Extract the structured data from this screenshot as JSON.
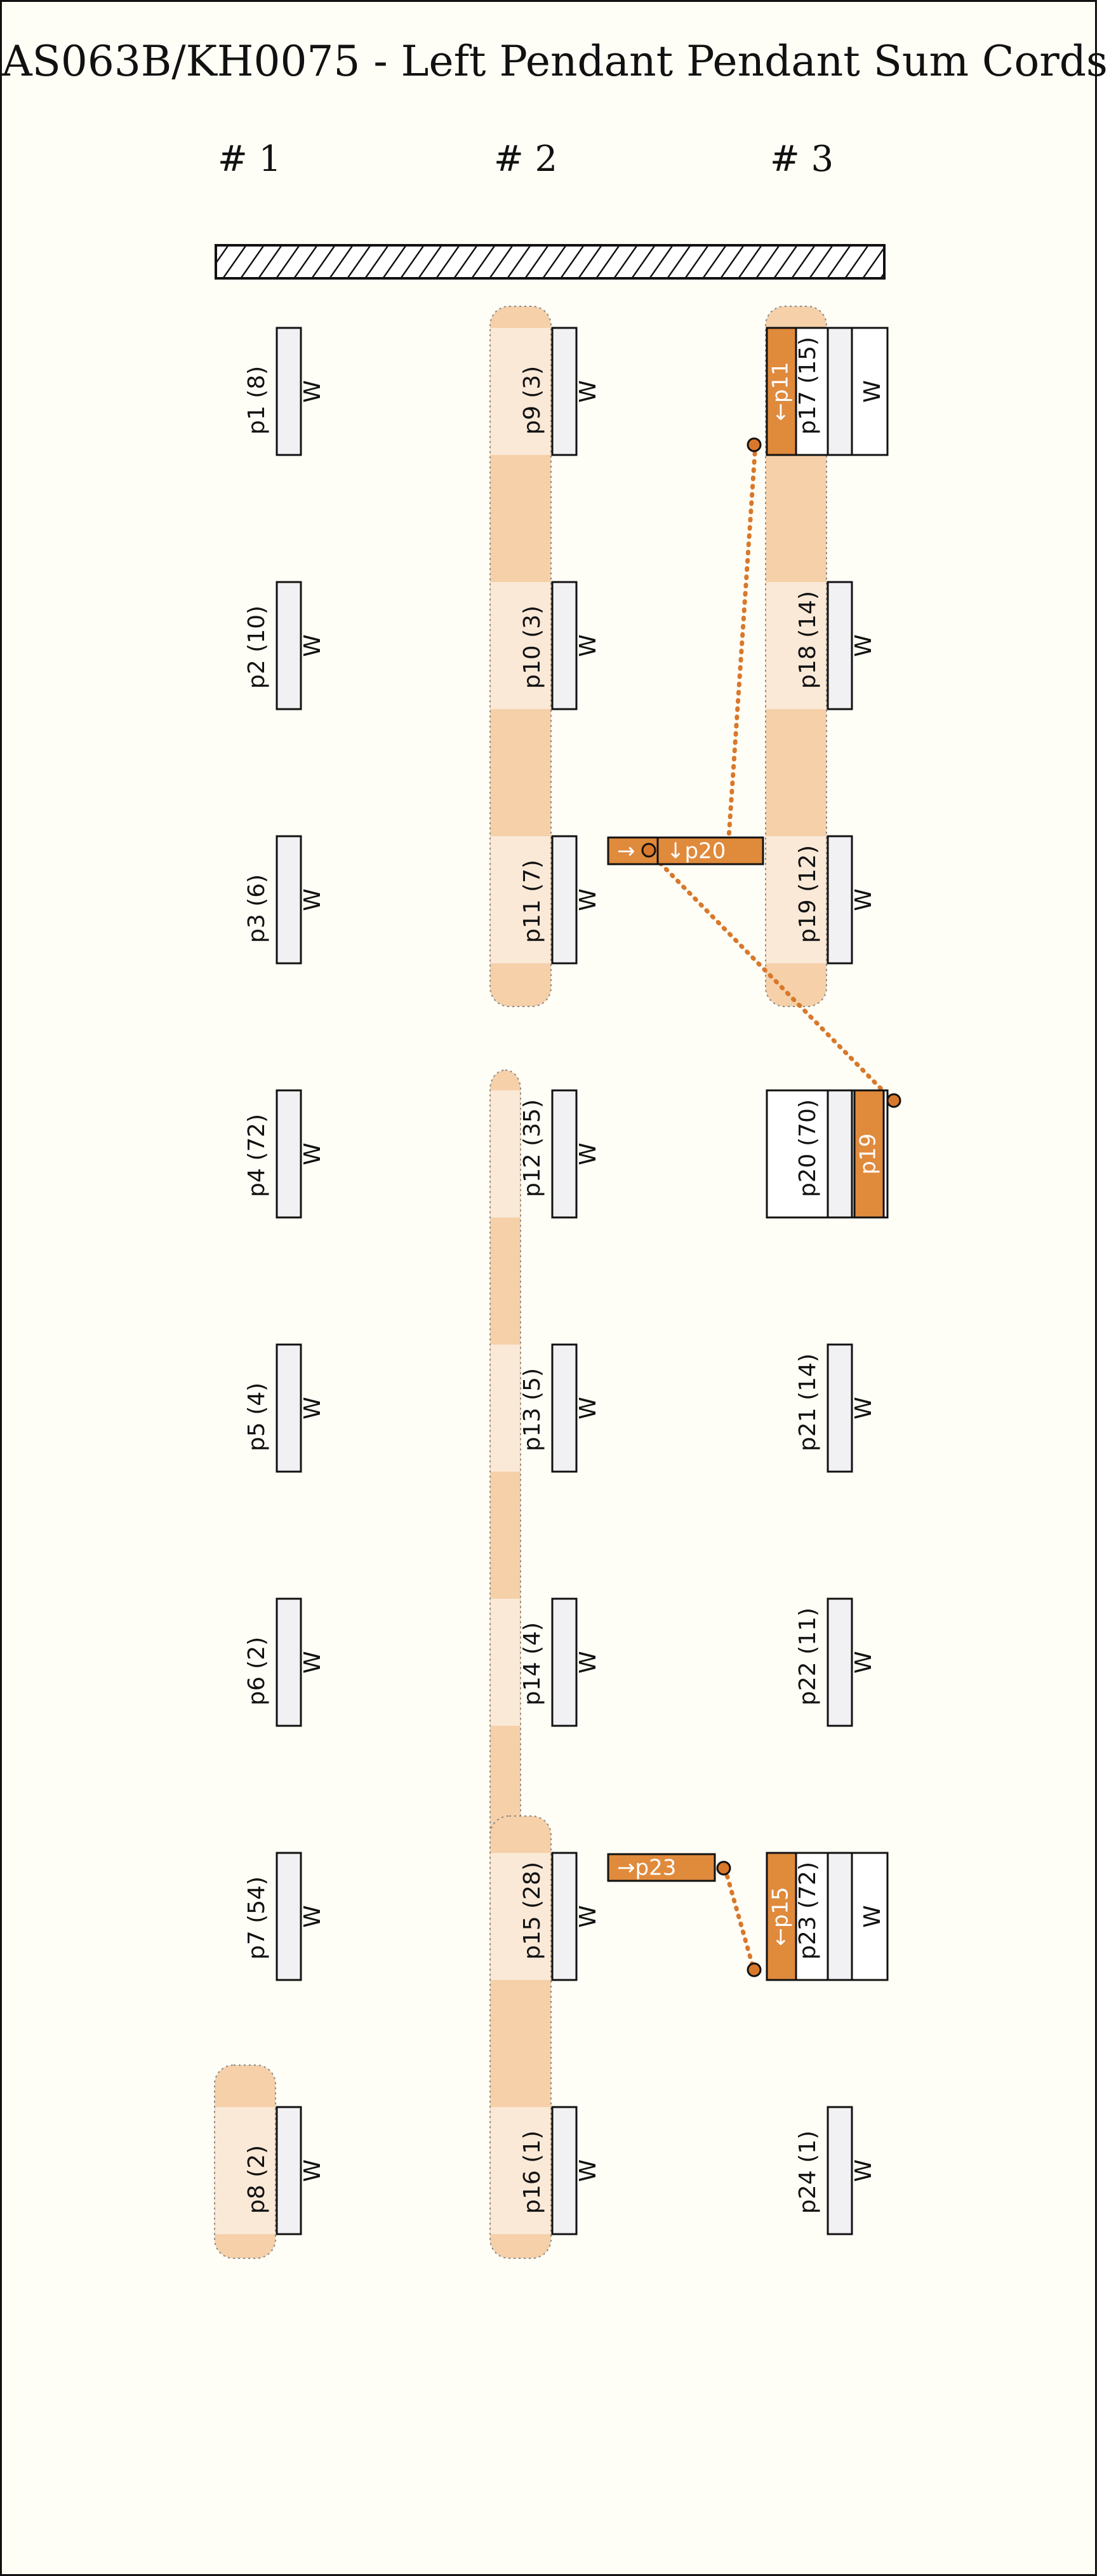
{
  "title": "AS063B/KH0075 - Left Pendant Pendant Sum Cords",
  "colors": {
    "background": "#fffef6",
    "cord_fill": "#f1f1f4",
    "sum_orange": "#e08a3c",
    "band_light": "#fbe9d7",
    "band_dark": "#f5d0a9",
    "link_dot": "#d9782a"
  },
  "groups": [
    {
      "label": "# 1",
      "pendants": [
        {
          "label": "p1 (8)",
          "color": "W"
        },
        {
          "label": "p2 (10)",
          "color": "W"
        },
        {
          "label": "p3 (6)",
          "color": "W"
        },
        {
          "label": "p4 (72)",
          "color": "W"
        },
        {
          "label": "p5 (4)",
          "color": "W"
        },
        {
          "label": "p6 (2)",
          "color": "W"
        },
        {
          "label": "p7 (54)",
          "color": "W"
        },
        {
          "label": "p8 (2)",
          "color": "W"
        }
      ]
    },
    {
      "label": "# 2",
      "pendants": [
        {
          "label": "p9 (3)",
          "color": "W"
        },
        {
          "label": "p10 (3)",
          "color": "W"
        },
        {
          "label": "p11 (7)",
          "color": "W"
        },
        {
          "label": "p12 (35)",
          "color": "W"
        },
        {
          "label": "p13 (5)",
          "color": "W"
        },
        {
          "label": "p14 (4)",
          "color": "W"
        },
        {
          "label": "p15 (28)",
          "color": "W"
        },
        {
          "label": "p16 (1)",
          "color": "W"
        }
      ]
    },
    {
      "label": "# 3",
      "pendants": [
        {
          "label": "p17 (15)",
          "color": "W"
        },
        {
          "label": "p18 (14)",
          "color": "W"
        },
        {
          "label": "p19 (12)",
          "color": "W"
        },
        {
          "label": "p20 (70)",
          "color": "W"
        },
        {
          "label": "p21 (14)",
          "color": "W"
        },
        {
          "label": "p22 (11)",
          "color": "W"
        },
        {
          "label": "p23 (72)",
          "color": "W"
        },
        {
          "label": "p24 (1)",
          "color": "W"
        }
      ]
    }
  ],
  "sum_tags": {
    "p17": "←p11",
    "p20": "p19",
    "p23": "←p15",
    "p20_arrow_left": "→",
    "p20_arrow_right": "↓p20",
    "p23_arrow": "→p23"
  }
}
